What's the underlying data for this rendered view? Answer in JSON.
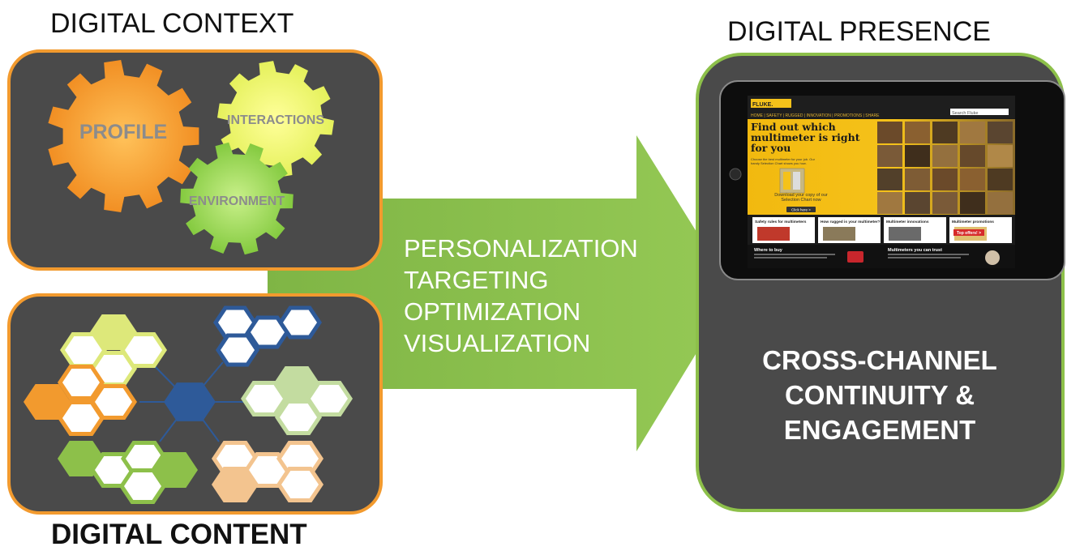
{
  "headings": {
    "digital_context": "DIGITAL CONTEXT",
    "digital_presence": "DIGITAL PRESENCE",
    "digital_content": "DIGITAL CONTENT"
  },
  "gears": {
    "profile": "PROFILE",
    "interactions": "INTERACTIONS",
    "environment": "ENVIRONMENT"
  },
  "actions": [
    "PERSONALIZATION",
    "TARGETING",
    "OPTIMIZATION",
    "VISUALIZATION"
  ],
  "outcome": [
    "CROSS-CHANNEL",
    "CONTINUITY &",
    "ENGAGEMENT"
  ],
  "tablet": {
    "brand": "FLUKE.",
    "search_placeholder": "Search Fluke",
    "nav": "HOME | SAFETY | RUGGED | INNOVATION | PROMOTIONS | SHARE",
    "headline": "Find out which multimeter is right for you",
    "subtext": "Choose the best multimeter for your job. Our handy Selection Chart shows you how.",
    "download": "Download your copy of our Selection Chart now",
    "click_here": "Click here >",
    "tiles": [
      "Safety rules for multimeters",
      "How rugged is your multimeter?",
      "Multimeter innovations",
      "Multimeter promotions"
    ],
    "promo_badge": "Top offers! >",
    "bottom_left": "Where to buy",
    "bottom_right": "Multimeters you can trust"
  },
  "colors": {
    "panel": "#4a4a4a",
    "orange": "#f29a2e",
    "green": "#8dc04a",
    "yellow_green": "#dde87a",
    "blue": "#2e5a99",
    "peach": "#f3c48f"
  }
}
